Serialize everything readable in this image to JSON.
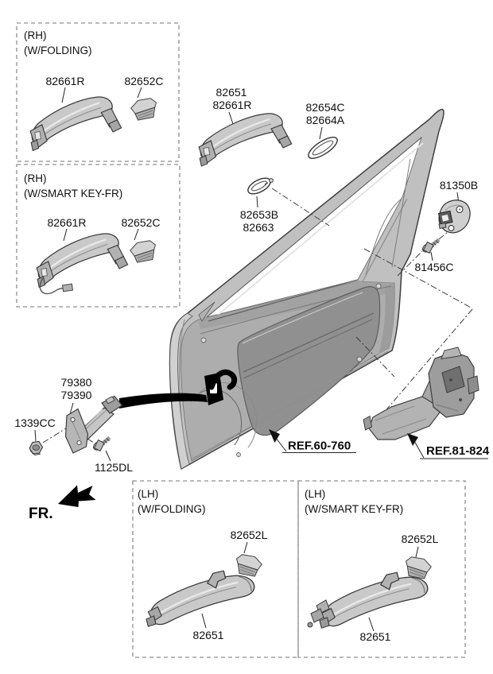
{
  "diagram": {
    "fr_label": "FR.",
    "boxes": {
      "rh_folding": {
        "line1": "(RH)",
        "line2": "(W/FOLDING)",
        "handle": "82661R",
        "cover": "82652C"
      },
      "rh_smart": {
        "line1": "(RH)",
        "line2": "(W/SMART KEY-FR)",
        "handle": "82661R",
        "cover": "82652C"
      },
      "lh_folding": {
        "line1": "(LH)",
        "line2": "(W/FOLDING)",
        "cover": "82652L",
        "handle": "82651"
      },
      "lh_smart": {
        "line1": "(LH)",
        "line2": "(W/SMART KEY-FR)",
        "cover": "82652L",
        "handle": "82651"
      }
    },
    "callouts": {
      "handle_main_1": "82651",
      "handle_main_2": "82661R",
      "pad_outer_1": "82654C",
      "pad_outer_2": "82664A",
      "pad_inner_1": "82653B",
      "pad_inner_2": "82663",
      "striker": "81350B",
      "striker_bolt": "81456C",
      "checker_1": "79380",
      "checker_2": "79390",
      "checker_nut": "1339CC",
      "checker_bolt": "1125DL",
      "ref_door_panel": "REF.60-760",
      "ref_latch": "REF.81-824"
    },
    "colors": {
      "background": "#ffffff",
      "line": "#2e2e2e",
      "dash_border": "#8f8f8f",
      "part_light": "#cccccc",
      "part_mid": "#b0b0b0",
      "part_dark": "#8f8f8f",
      "black": "#000000"
    }
  }
}
